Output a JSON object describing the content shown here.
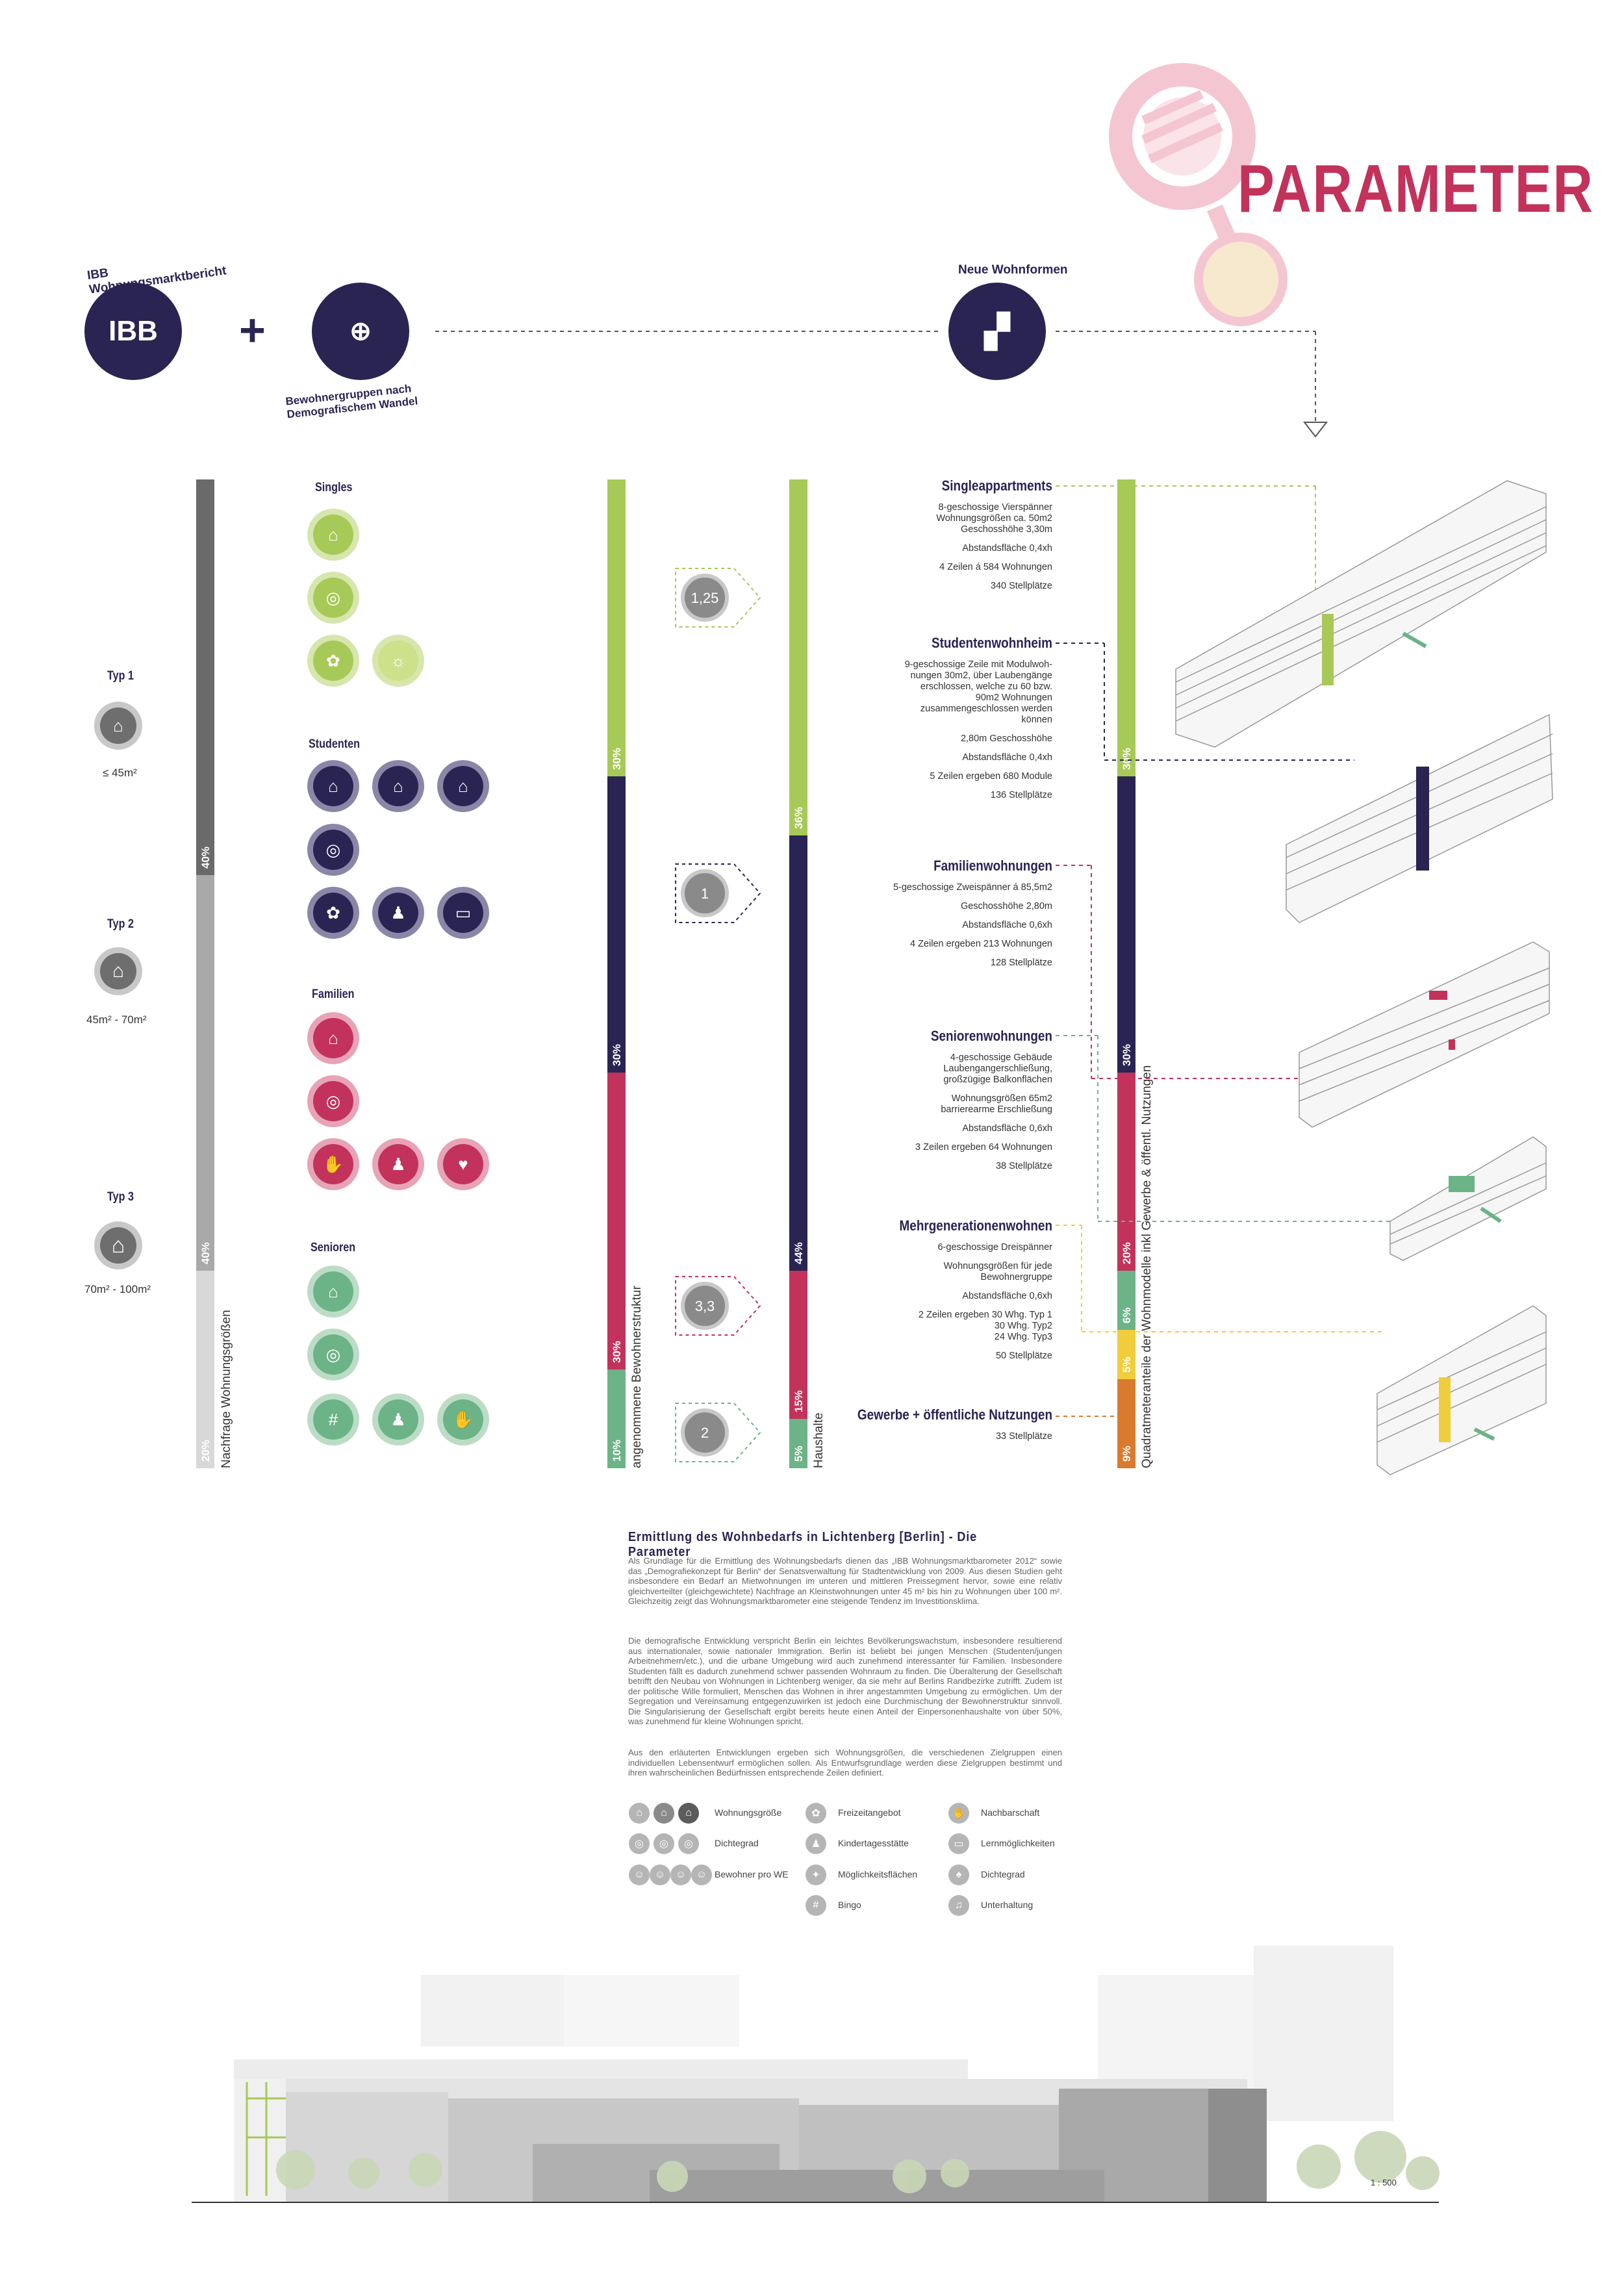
{
  "title": "PARAMETER",
  "header": {
    "ibb_label": "IBB",
    "ibb_arc": "IBB Wohnungsmarktbericht",
    "demo_arc": "Bewohnergruppen nach Demografischem Wandel",
    "neue_arc": "Neue Wohnformen"
  },
  "types": [
    {
      "title": "Typ 1",
      "size": "≤ 45m²"
    },
    {
      "title": "Typ 2",
      "size": "45m² - 70m²"
    },
    {
      "title": "Typ 3",
      "size": "70m² - 100m²"
    }
  ],
  "bar1": {
    "caption": "Nachfrage Wohnungsgrößen",
    "segments": [
      {
        "label": "40%",
        "value": 40,
        "color": "#6a6a6a"
      },
      {
        "label": "40%",
        "value": 40,
        "color": "#a9a9a9"
      },
      {
        "label": "20%",
        "value": 20,
        "color": "#d8d8d8"
      }
    ]
  },
  "groups": [
    {
      "title": "Singles",
      "color": "#a7c957",
      "light": "#d6e6ad"
    },
    {
      "title": "Studenten",
      "color": "#2a2453",
      "light": "#8a86a8"
    },
    {
      "title": "Familien",
      "color": "#c2325b",
      "light": "#e8a3b6"
    },
    {
      "title": "Senioren",
      "color": "#6cb387",
      "light": "#bcdcc6"
    }
  ],
  "bar2": {
    "caption": "angenommene Bewohnerstruktur",
    "segments": [
      {
        "label": "30%",
        "value": 30,
        "color": "#a7c957"
      },
      {
        "label": "30%",
        "value": 30,
        "color": "#2a2453"
      },
      {
        "label": "30%",
        "value": 30,
        "color": "#c2325b"
      },
      {
        "label": "10%",
        "value": 10,
        "color": "#6cb387"
      }
    ]
  },
  "factors": [
    "1,25",
    "1",
    "3,3",
    "2"
  ],
  "bar3": {
    "caption": "Haushalte",
    "segments": [
      {
        "label": "36%",
        "value": 36,
        "color": "#a7c957"
      },
      {
        "label": "44%",
        "value": 44,
        "color": "#2a2453"
      },
      {
        "label": "15%",
        "value": 15,
        "color": "#c2325b"
      },
      {
        "label": "5%",
        "value": 5,
        "color": "#6cb387"
      }
    ]
  },
  "bar4": {
    "caption": "Quadratmeteranteile der Wohnmodelle inkl Gewerbe & öffentl. Nutzungen",
    "segments": [
      {
        "label": "30%",
        "value": 30,
        "color": "#a7c957"
      },
      {
        "label": "30%",
        "value": 30,
        "color": "#2a2453"
      },
      {
        "label": "20%",
        "value": 20,
        "color": "#c2325b"
      },
      {
        "label": "6%",
        "value": 6,
        "color": "#6cb387"
      },
      {
        "label": "5%",
        "value": 5,
        "color": "#f0cd3c"
      },
      {
        "label": "9%",
        "value": 9,
        "color": "#d97a2e"
      }
    ]
  },
  "sections": [
    {
      "title": "Singleappartments",
      "lines": [
        "8-geschossige Vierspänner",
        "Wohnungsgrößen ca. 50m2",
        "Geschosshöhe 3,30m",
        "",
        "Abstandsfläche 0,4xh",
        "",
        "4 Zeilen á 584 Wohnungen",
        "",
        "340 Stellplätze"
      ]
    },
    {
      "title": "Studentenwohnheim",
      "lines": [
        "9-geschossige Zeile mit Modulwoh-",
        "nungen 30m2, über Laubengänge",
        "erschlossen, welche zu 60 bzw.",
        "90m2 Wohnungen",
        "zusammengeschlossen werden",
        "können",
        "",
        "2,80m Geschosshöhe",
        "",
        "Abstandsfläche 0,4xh",
        "",
        "5 Zeilen ergeben 680 Module",
        "",
        "136 Stellplätze"
      ]
    },
    {
      "title": "Familienwohnungen",
      "lines": [
        "5-geschossige Zweispänner á 85,5m2",
        "",
        "Geschosshöhe 2,80m",
        "",
        "Abstandsfläche 0,6xh",
        "",
        "4 Zeilen ergeben 213 Wohnungen",
        "",
        "128 Stellplätze"
      ]
    },
    {
      "title": "Seniorenwohnungen",
      "lines": [
        "4-geschossige Gebäude",
        "Laubengangerschließung,",
        "großzügige Balkonflächen",
        "",
        "Wohnungsgrößen 65m2",
        "barrierearme Erschließung",
        "",
        "Abstandsfläche 0,6xh",
        "",
        "3 Zeilen ergeben 64 Wohnungen",
        "",
        "38 Stellplätze"
      ]
    },
    {
      "title": "Mehrgenerationenwohnen",
      "lines": [
        "6-geschossige Dreispänner",
        "",
        "Wohnungsgrößen für jede",
        "Bewohnergruppe",
        "",
        "Abstandsfläche 0,6xh",
        "",
        "2 Zeilen ergeben    30 Whg. Typ 1",
        "30 Whg. Typ2",
        "24 Whg. Typ3",
        "",
        "50 Stellplätze"
      ]
    },
    {
      "title": "Gewerbe + öffentliche Nutzungen",
      "lines": [
        "33 Stellplätze"
      ]
    }
  ],
  "text": {
    "title": "Ermittlung des Wohnbedarfs in Lichtenberg [Berlin] - Die Parameter",
    "p1": "Als Grundlage für die Ermittlung des Wohnungsbedarfs dienen das „IBB Wohnungsmarktbarometer 2012“ sowie das „Demografiekonzept für Berlin“ der Senatsverwaltung für Stadtentwicklung von 2009. Aus diesen Studien geht insbesondere ein Bedarf an Mietwohnungen im unteren und mittleren Preissegment hervor, sowie eine relativ gleichverteilter (gleichgewichtete) Nachfrage an Kleinstwohnungen unter 45 m² bis hin zu Wohnungen über 100 m². Gleichzeitig zeigt das Wohnungsmarktbarometer eine steigende Tendenz im Investitionsklima.",
    "p2": "Die demografische Entwicklung verspricht Berlin ein leichtes Bevölkerungswachstum, insbesondere resultierend aus internationaler, sowie nationaler Immigration. Berlin ist beliebt bei jungen Menschen (Studenten/jungen Arbeitnehmern/etc.), und die urbane Umgebung wird auch zunehmend interessanter für Familien. Insbesondere Studenten fällt es dadurch zunehmend schwer passenden Wohnraum zu finden. Die Überalterung der Gesellschaft betrifft den Neubau von Wohnungen in Lichtenberg weniger, da sie mehr auf Berlins Randbezirke zutrifft. Zudem ist der politische Wille formuliert, Menschen das Wohnen in ihrer angestammten Umgebung zu ermöglichen. Um der Segregation und Vereinsamung entgegenzuwirken ist jedoch eine Durchmischung der Bewohnerstruktur sinnvoll. Die Singularisierung der Gesellschaft ergibt bereits heute einen Anteil der Einpersonenhaushalte von über 50%, was zunehmend für kleine Wohnungen spricht.",
    "p3": "Aus den erläuterten Entwicklungen ergeben sich Wohnungsgrößen, die verschiedenen Zielgruppen einen individuellen Lebensentwurf ermöglichen sollen. Als Entwurfsgrundlage werden diese Zielgruppen bestimmt und ihren wahrscheinlichen Bedürfnissen entsprechende Zeilen definiert."
  },
  "legend": {
    "col1": [
      "Wohnungsgröße",
      "Dichtegrad",
      "Bewohner pro WE"
    ],
    "col2": [
      "Freizeitangebot",
      "Kindertagesstätte",
      "Möglichkeitsflächen",
      "Bingo"
    ],
    "col3": [
      "Nachbarschaft",
      "Lernmöglichkeiten",
      "Dichtegrad",
      "Unterhaltung"
    ]
  },
  "scale": "1 : 500"
}
